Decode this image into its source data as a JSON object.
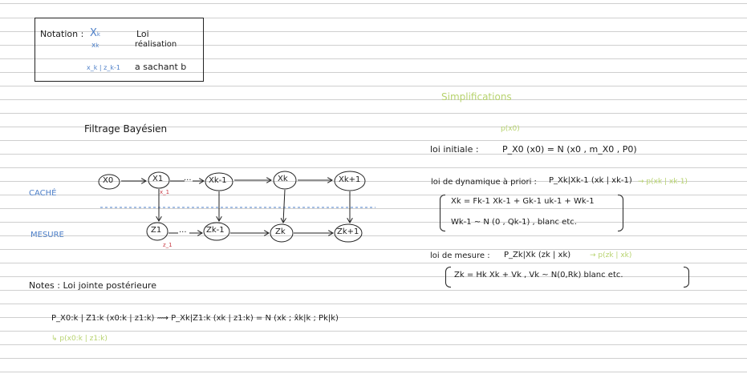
{
  "notation": {
    "title": "Notation :",
    "law_symbol": "X",
    "law_sub": "k",
    "law_label": "Loi",
    "realisation_symbol": "x",
    "realisation_sub": "k",
    "realisation_label": "réalisation",
    "conditional_symbol": "x_k | z_k-1",
    "conditional_label": "a sachant b"
  },
  "simplifications": "Simplifications",
  "filtering_title": "Filtrage Bayésien",
  "hidden_label": "CACHÉ",
  "measure_label": "MESURE",
  "diagram": {
    "states": [
      "X0",
      "X1",
      "Xk-1",
      "Xk",
      "Xk+1"
    ],
    "measures": [
      "Z1",
      "Zk-1",
      "Zk",
      "Zk+1"
    ],
    "dots": "...",
    "x1_note": "x_1",
    "z1_note": "z_1"
  },
  "loi_initiale": {
    "label": "loi initiale :",
    "formula": "P_X0 (x0) = N (x0 , m_X0 , P0)",
    "green_note": "p(x0)"
  },
  "loi_dynamique": {
    "label": "loi de dynamique à priori :",
    "formula": "P_Xk|Xk-1 (xk | xk-1)",
    "green_note": "p(xk | xk-1)",
    "eq1": "Xk = Fk-1 Xk-1 + Gk-1 uk-1 + Wk-1",
    "eq2": "Wk-1 ~ N (0 , Qk-1) , blanc etc."
  },
  "loi_mesure": {
    "label": "loi de mesure :",
    "formula": "P_Zk|Xk (zk | xk)",
    "green_note": "p(zk | xk)",
    "eq": "Zk = Hk Xk + Vk ,  Vk ~ N(0,Rk) blanc etc."
  },
  "notes": {
    "title": "Notes : Loi jointe postérieure",
    "formula": "P_X0:k | Z1:k (x0:k | z1:k)  ⟿  P_Xk|Z1:k (xk | z1:k) = N (xk ; x̂k|k ; Pk|k)",
    "green_note": "p(x0:k | z1:k)"
  }
}
